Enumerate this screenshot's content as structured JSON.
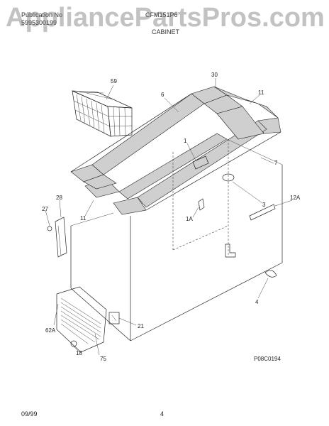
{
  "header": {
    "pub_label": "Publication No",
    "pub_number": "5995300199",
    "model": "CFM151P6",
    "section": "CABINET"
  },
  "watermark": "AppliancePartsPros.com",
  "callouts": {
    "c59": "59",
    "c30": "30",
    "c6": "6",
    "c11a": "11",
    "c1": "1",
    "c7": "7",
    "c28": "28",
    "c27": "27",
    "c11b": "11",
    "c1A": "1A",
    "c3": "3",
    "c12A": "12A",
    "c4": "4",
    "c21": "21",
    "c62A": "62A",
    "c18": "18",
    "c75": "75"
  },
  "diagram_code": "P08C0194",
  "footer": {
    "date": "09/99",
    "page": "4"
  }
}
